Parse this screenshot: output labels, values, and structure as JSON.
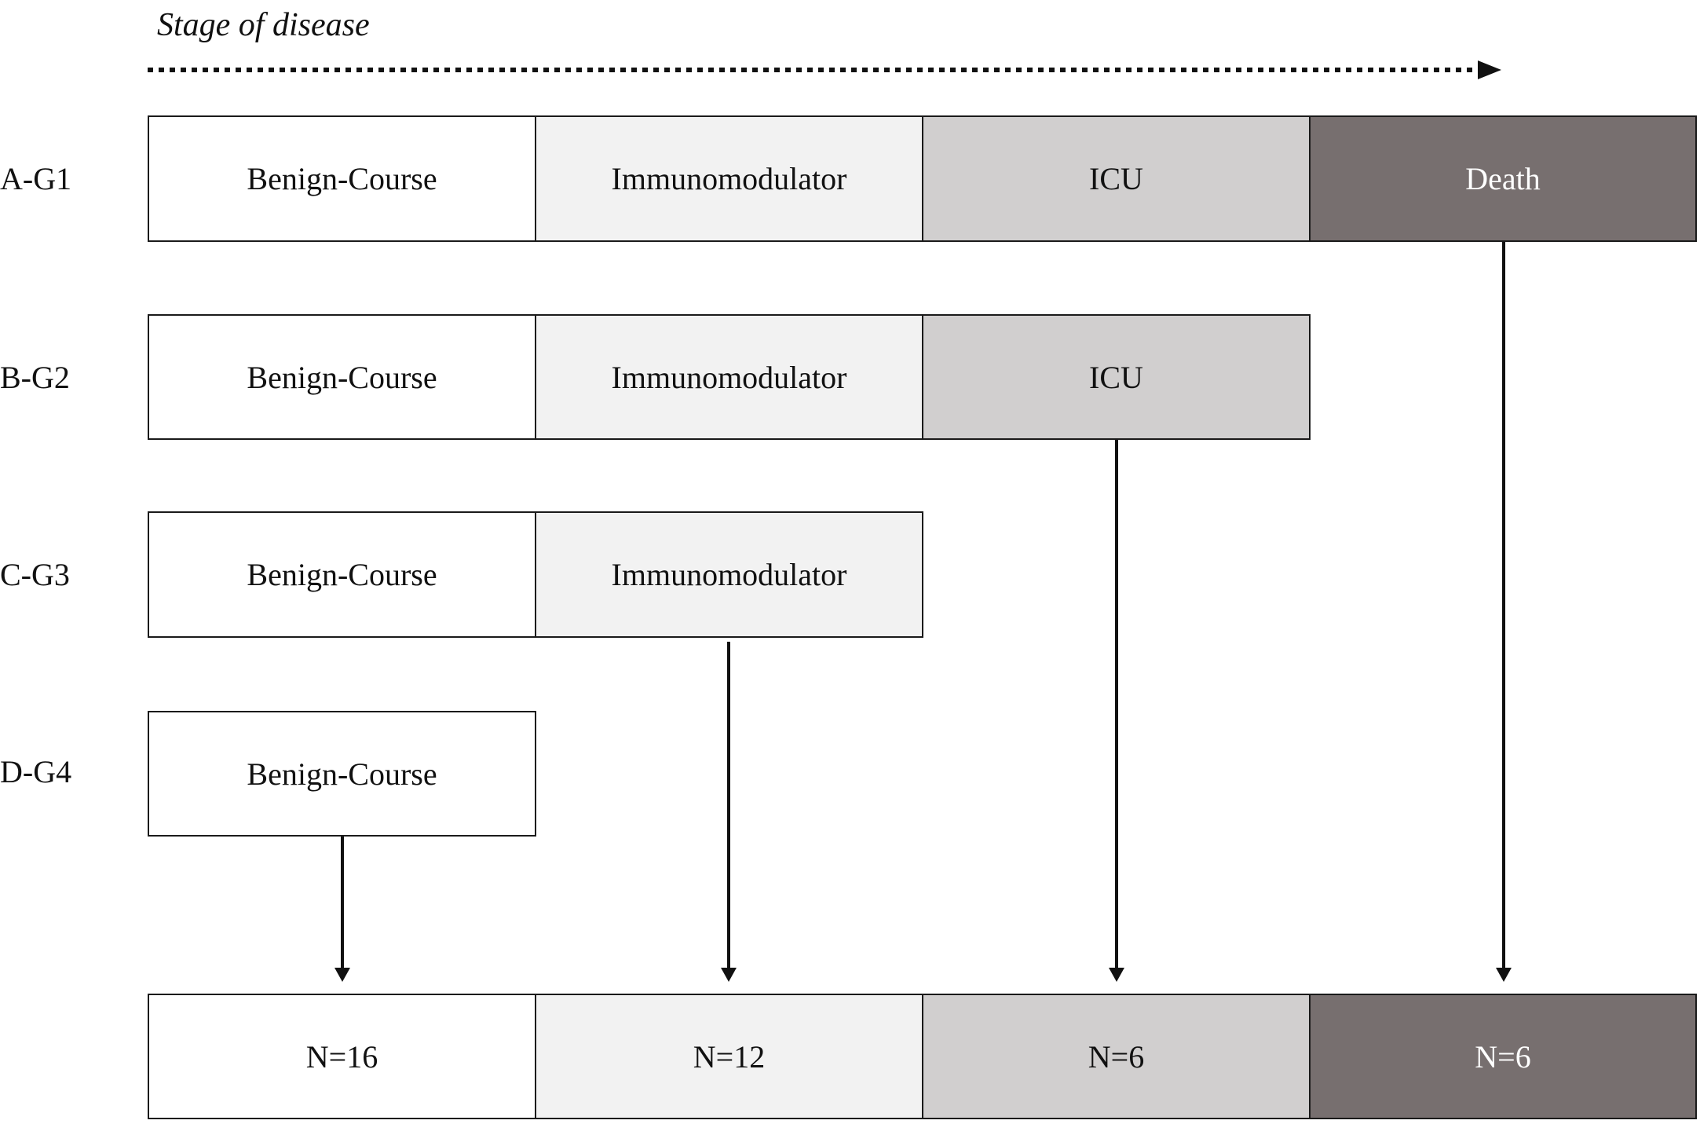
{
  "header": {
    "stage_label": "Stage of disease"
  },
  "colors": {
    "stage1": "#ffffff",
    "stage2": "#f2f2f2",
    "stage3": "#d1cfcf",
    "stage4": "#776f6f"
  },
  "rows": [
    {
      "label": "A-G1",
      "stages": [
        "Benign-Course",
        "Immunomodulator",
        "ICU",
        "Death"
      ]
    },
    {
      "label": "B-G2",
      "stages": [
        "Benign-Course",
        "Immunomodulator",
        "ICU"
      ]
    },
    {
      "label": "C-G3",
      "stages": [
        "Benign-Course",
        "Immunomodulator"
      ]
    },
    {
      "label": "D-G4",
      "stages": [
        "Benign-Course"
      ]
    }
  ],
  "totals": [
    "N=16",
    "N=12",
    "N=6",
    "N=6"
  ]
}
